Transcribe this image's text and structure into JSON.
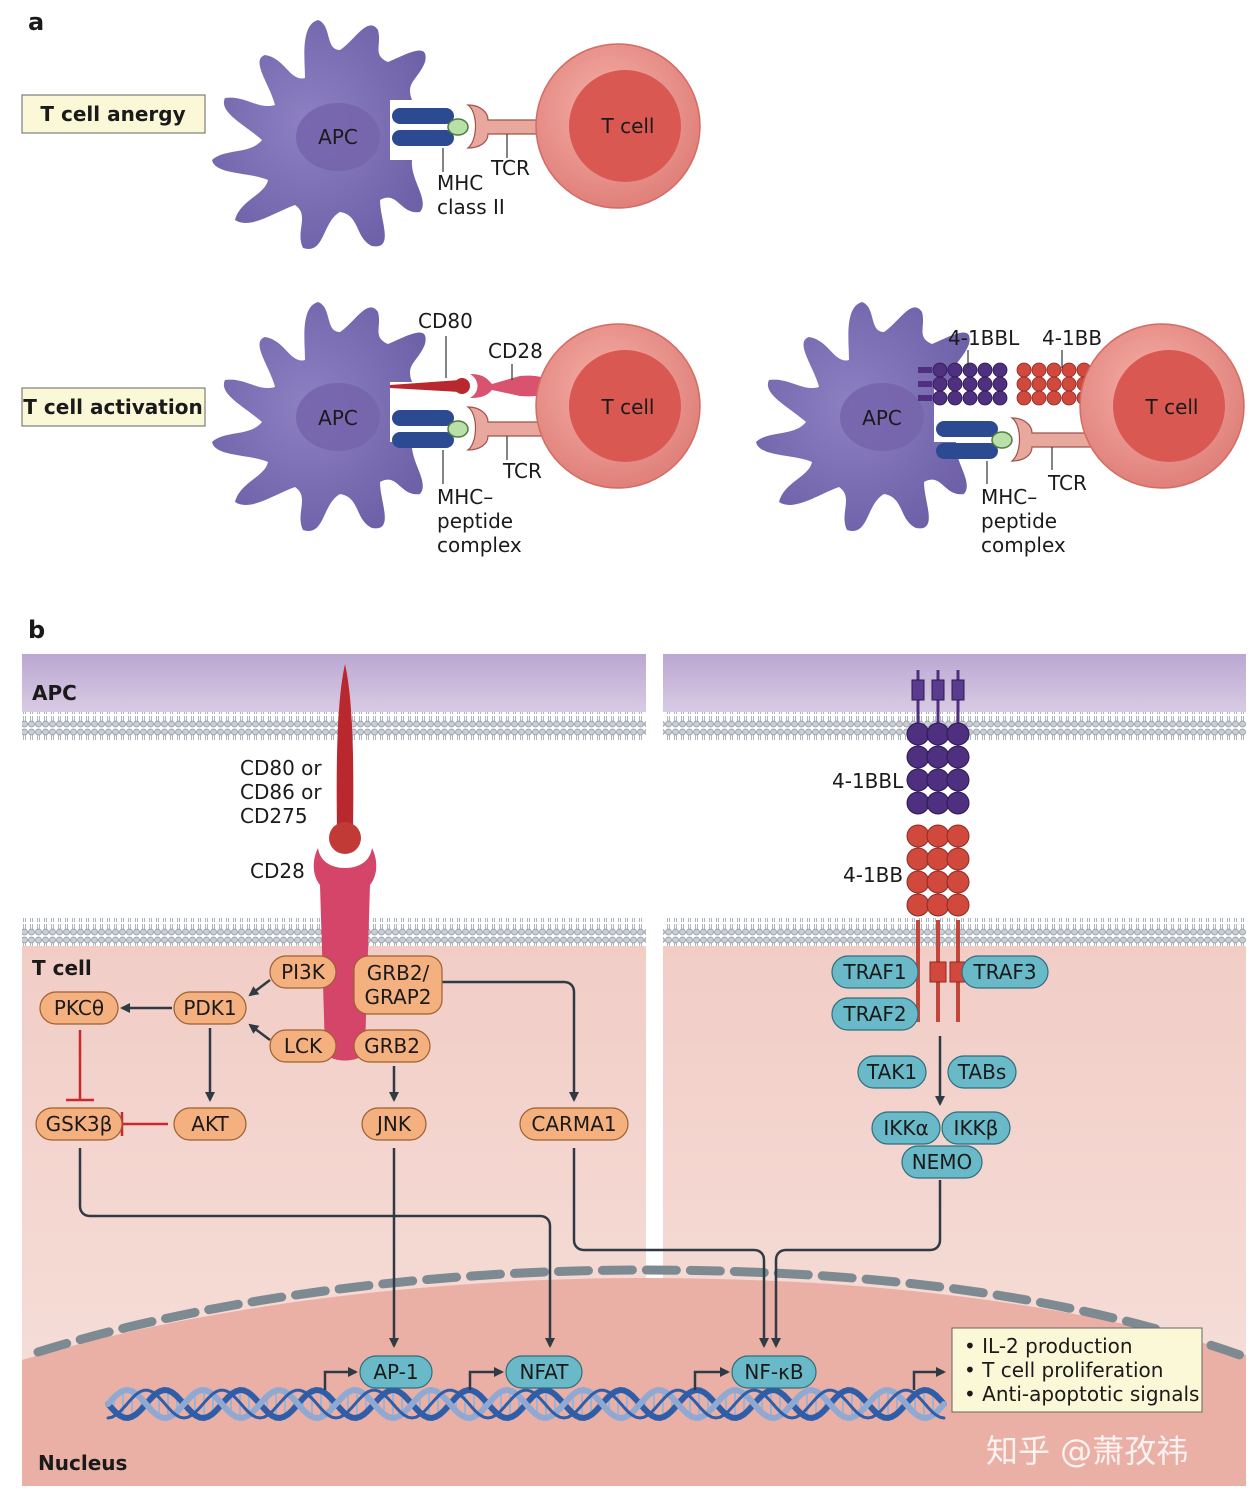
{
  "panel_a": {
    "letter": "a",
    "anergy": {
      "box_label": "T cell anergy",
      "apc": "APC",
      "tcell": "T cell",
      "mhc": [
        "MHC",
        "class II"
      ],
      "tcr": "TCR"
    },
    "activation_cd28": {
      "box_label": "T cell activation",
      "apc": "APC",
      "tcell": "T cell",
      "cd80": "CD80",
      "cd28": "CD28",
      "tcr": "TCR",
      "mhc": [
        "MHC–",
        "peptide",
        "complex"
      ]
    },
    "activation_41bb": {
      "apc": "APC",
      "tcell": "T cell",
      "ligand": "4-1BBL",
      "receptor": "4-1BB",
      "tcr": "TCR",
      "mhc": [
        "MHC–",
        "peptide",
        "complex"
      ]
    }
  },
  "panel_b": {
    "letter": "b",
    "apc_label": "APC",
    "tcell_label": "T cell",
    "nucleus_label": "Nucleus",
    "ligand_label": [
      "CD80 or",
      "CD86 or",
      "CD275"
    ],
    "cd28_label": "CD28",
    "bbl_label": "4-1BBL",
    "bb_label": "4-1BB",
    "left_nodes": {
      "pi3k": "PI3K",
      "grb2_grap2": [
        "GRB2/",
        "GRAP2"
      ],
      "pkc": "PKCθ",
      "pdk1": "PDK1",
      "lck": "LCK",
      "grb2": "GRB2",
      "gsk3b": "GSK3β",
      "akt": "AKT",
      "jnk": "JNK",
      "carma1": "CARMA1"
    },
    "right_nodes": {
      "traf1": "TRAF1",
      "traf3": "TRAF3",
      "traf2": "TRAF2",
      "tak1": "TAK1",
      "tabs": "TABs",
      "ikka": "IKKα",
      "ikkb": "IKKβ",
      "nemo": "NEMO"
    },
    "tf": {
      "ap1": "AP-1",
      "nfat": "NFAT",
      "nfkb": "NF-κB"
    },
    "outcomes": [
      "IL-2 production",
      "T cell proliferation",
      "Anti-apoptotic signals"
    ],
    "watermark": "知乎 @萧孜祎"
  },
  "colors": {
    "apc_purple": "#8a7bc0",
    "tcell_red": "#e0645e",
    "signal_orange": "#f5b07f",
    "signal_teal": "#6ab9c9",
    "label_box": "#fbf8d8",
    "membrane_purple": "#c4b4d6",
    "cytoplasm_pink": "#f2d0c8"
  }
}
